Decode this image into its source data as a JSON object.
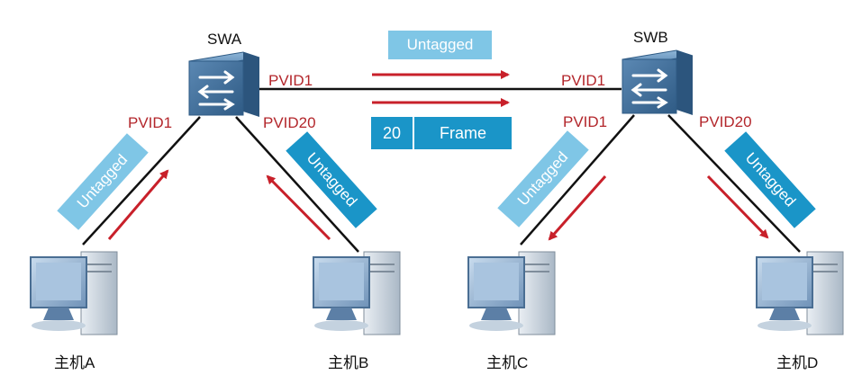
{
  "switches": {
    "swa": {
      "label": "SWA"
    },
    "swb": {
      "label": "SWB"
    }
  },
  "hosts": {
    "a": {
      "label": "主机A"
    },
    "b": {
      "label": "主机B"
    },
    "c": {
      "label": "主机C"
    },
    "d": {
      "label": "主机D"
    }
  },
  "ports": {
    "swa_trunk": "PVID1",
    "swa_a": "PVID1",
    "swa_b": "PVID20",
    "swb_trunk": "PVID1",
    "swb_c": "PVID1",
    "swb_d": "PVID20"
  },
  "tags": {
    "trunk": "Untagged",
    "link_a": "Untagged",
    "link_b": "Untagged",
    "link_c": "Untagged",
    "link_d": "Untagged"
  },
  "frame": {
    "vid": "20",
    "label": "Frame"
  },
  "colors": {
    "arrow": "#c8202a",
    "pvid_text": "#b3262b",
    "tag_light": "#7fc6e6",
    "tag_dark": "#1a95c8",
    "switch_body": "#3f6f99",
    "link": "#111111"
  }
}
